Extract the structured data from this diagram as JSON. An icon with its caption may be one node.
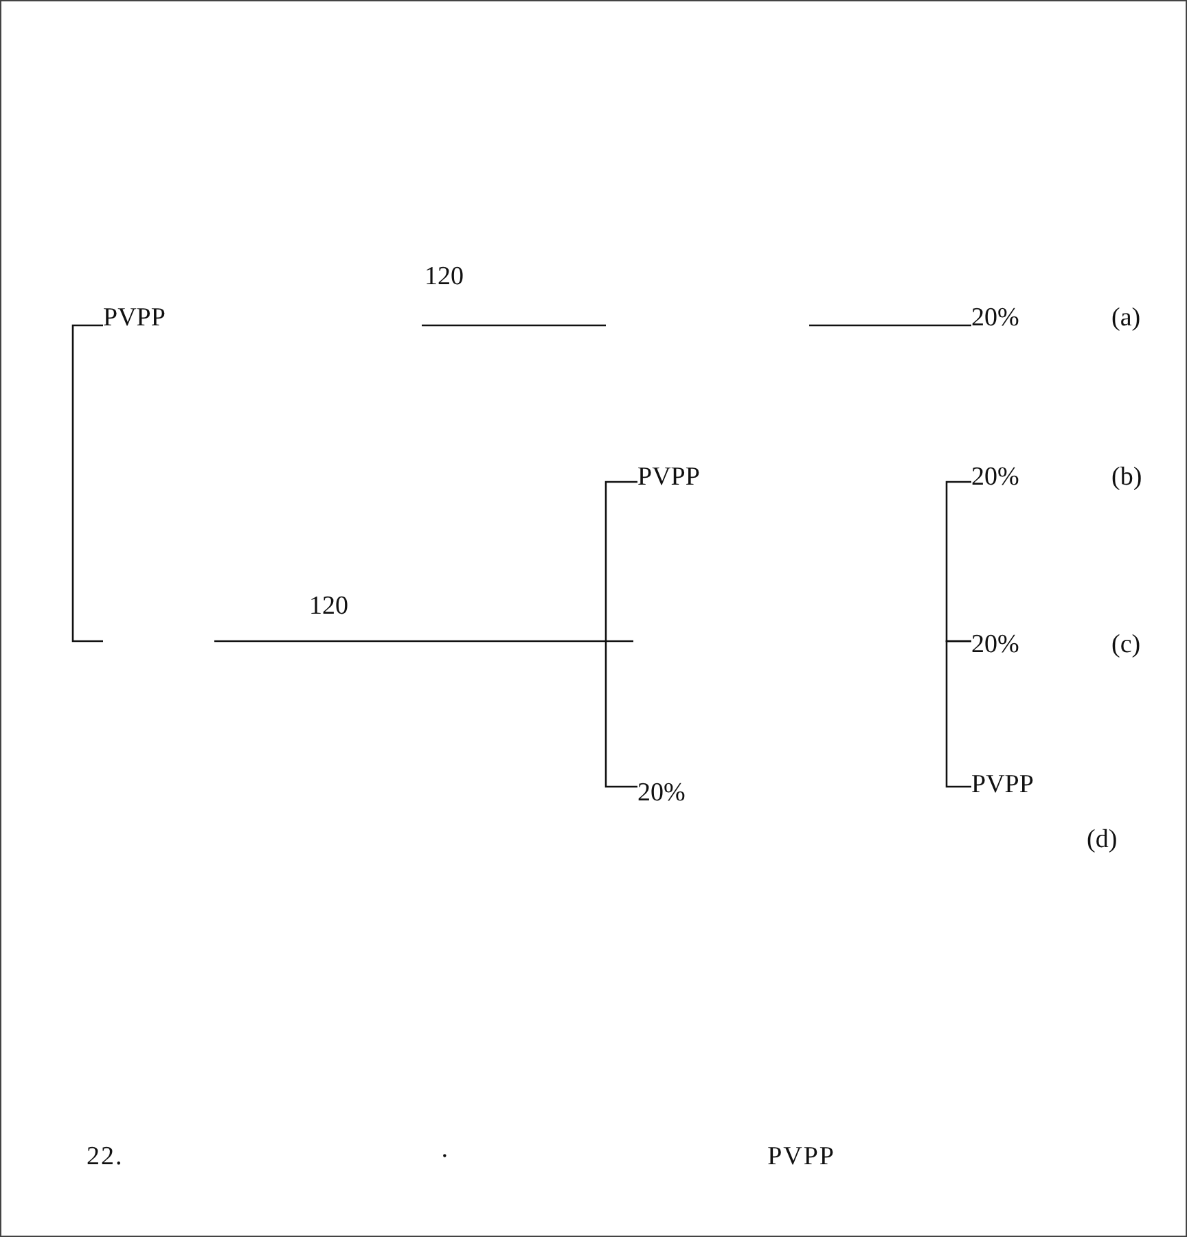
{
  "diagram": {
    "caption": "22. · PVPP",
    "nodes": [
      {
        "text": [
          "PVPP"
        ]
      },
      {
        "text": [
          "20%"
        ]
      },
      {
        "text": [
          "PVPP"
        ]
      },
      {
        "text": [
          "20%"
        ]
      },
      {
        "text": [
          "20%"
        ]
      },
      {
        "text": [
          "20%"
        ]
      },
      {
        "text": [
          "PVPP"
        ]
      }
    ],
    "edges": [
      {
        "from": null,
        "to": 0,
        "arrow": "none"
      },
      {
        "from": null,
        "to": 1,
        "arrow": "none"
      },
      {
        "from": null,
        "to": 2,
        "arrow": "none",
        "label": "120"
      },
      {
        "from": null,
        "to": 3,
        "arrow": "none"
      },
      {
        "from": 4,
        "to": 5,
        "arrow": "none"
      },
      {
        "from": 5,
        "to": 6,
        "arrow": "none"
      }
    ],
    "labels": [
      "120",
      "(a)",
      "(b)",
      "(c)",
      "(d)"
    ]
  }
}
